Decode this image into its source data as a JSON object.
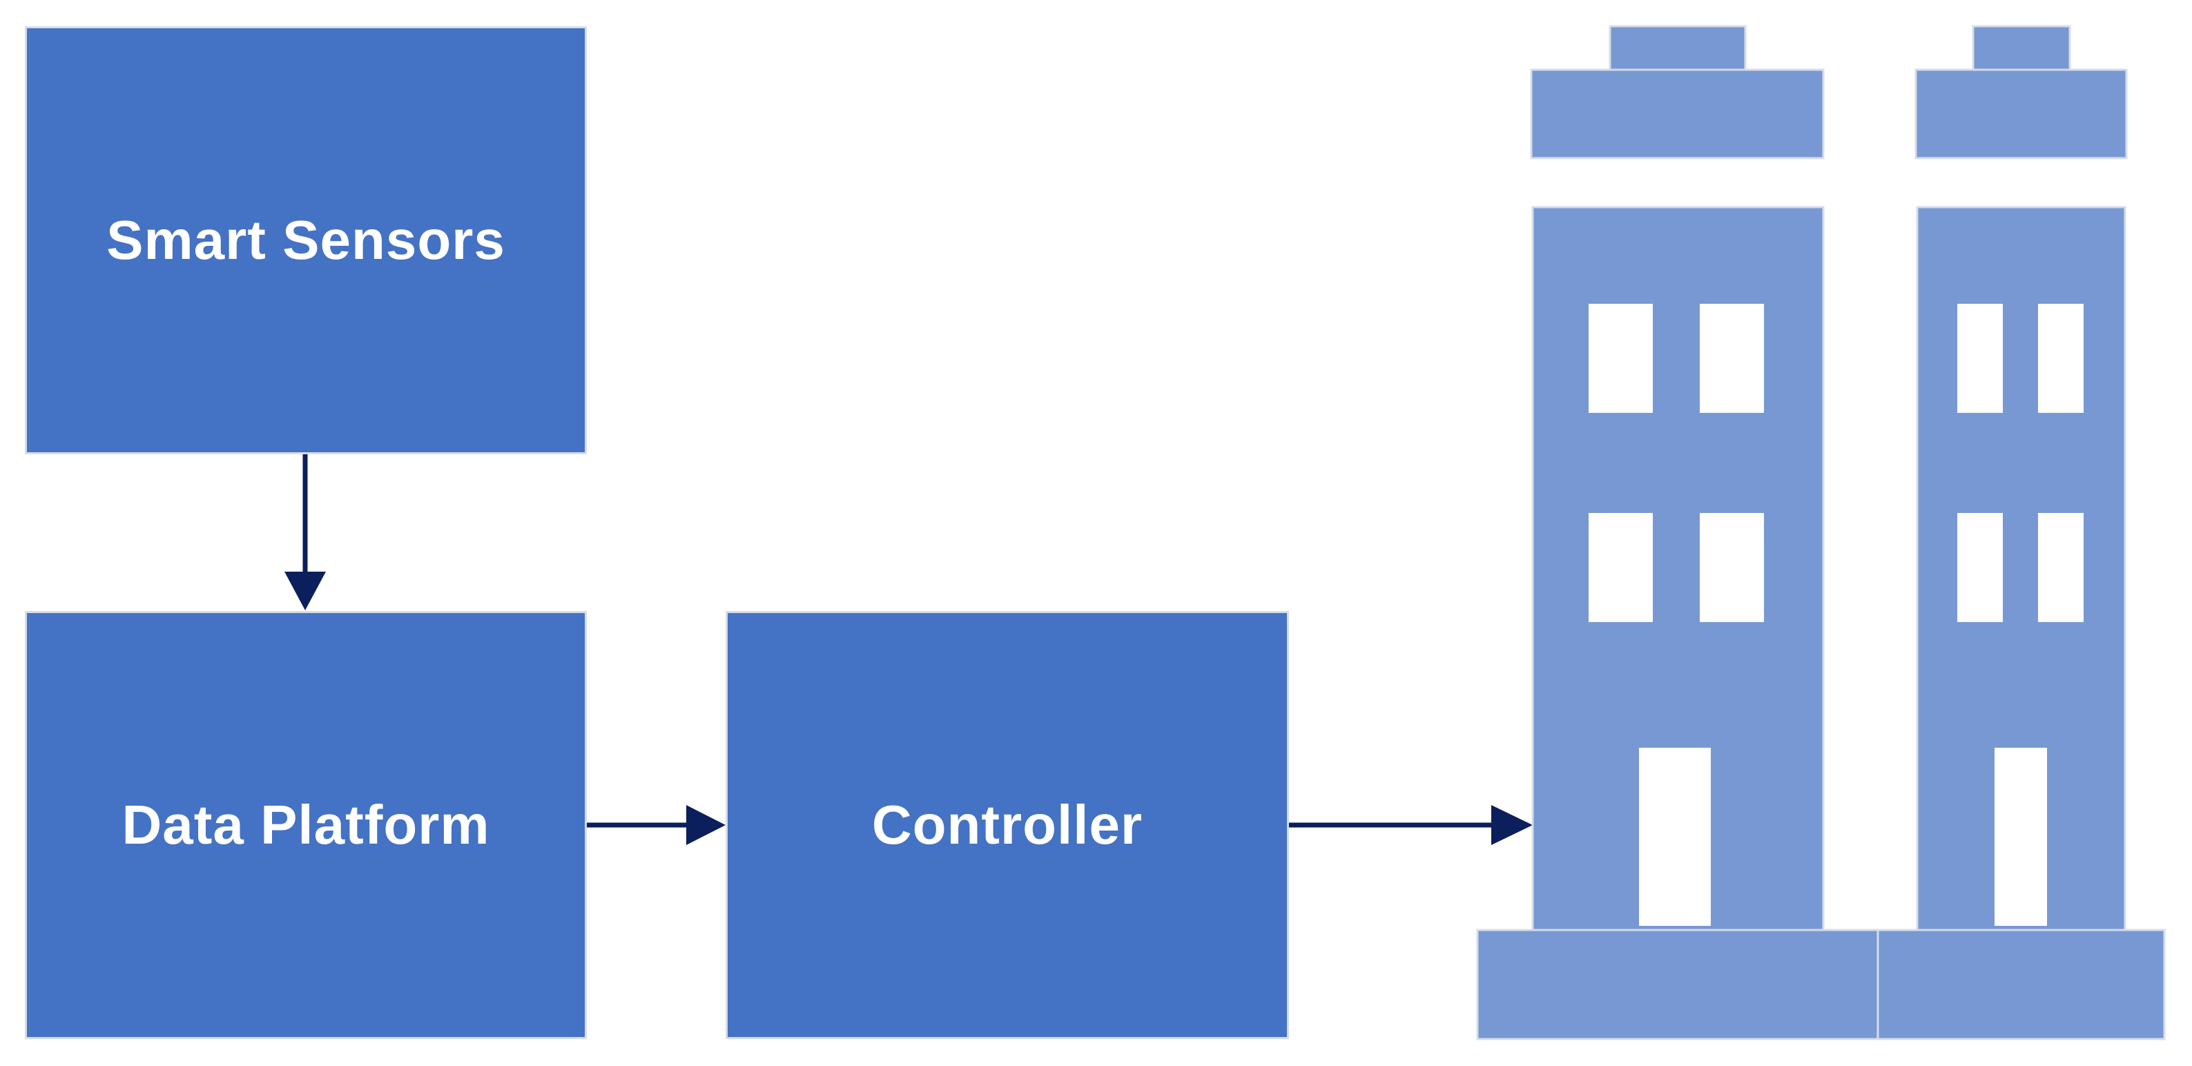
{
  "nodes": {
    "sensors": "Smart Sensors",
    "platform": "Data Platform",
    "controller": "Controller"
  },
  "colors": {
    "box_fill": "#4472c4",
    "box_border": "#d6dce8",
    "arrow": "#0b1f5c",
    "building_fill": "#7898d3",
    "window_fill": "#ffffff"
  },
  "icons": [
    "arrow-down",
    "arrow-right",
    "arrow-right",
    "building-icon",
    "building-icon"
  ]
}
